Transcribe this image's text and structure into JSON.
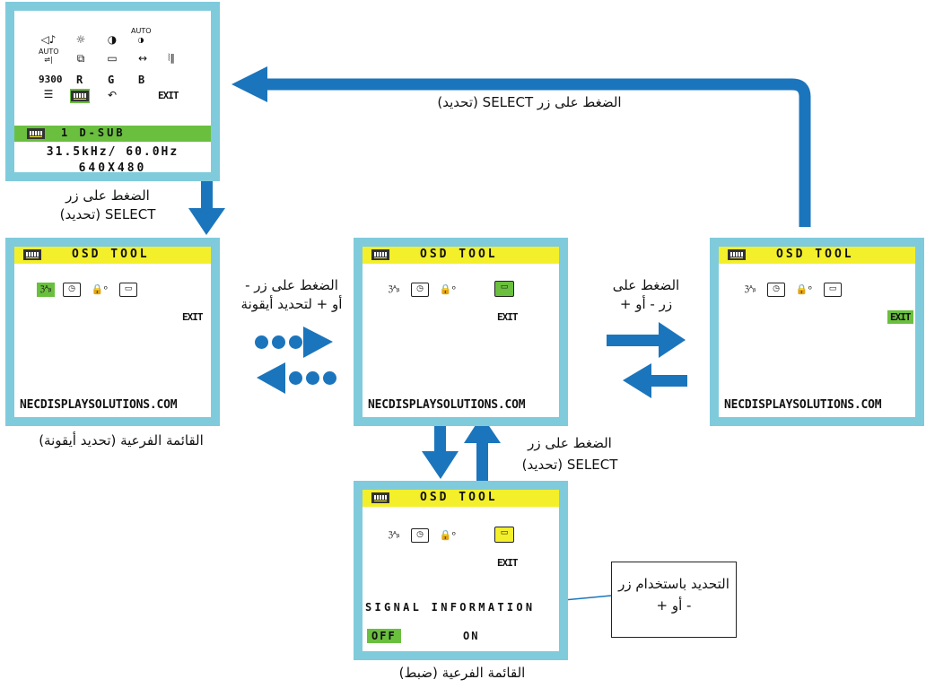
{
  "colors": {
    "frame": "#7fcbdc",
    "header_yellow": "#f3ef2b",
    "select_green": "#6abf3f",
    "arrow_blue": "#1b75bc"
  },
  "main_menu": {
    "icons": [
      "volume-icon",
      "brightness-icon",
      "contrast-icon",
      "auto-contrast-icon",
      "auto-adjust-icon",
      "left-right-icon",
      "down-up-icon",
      "h-size-icon",
      "fine-icon",
      "color-control-icon",
      "osd-tool-icon",
      "factory-preset-icon",
      "exit-icon"
    ],
    "color_labels": [
      "9300",
      "R",
      "G",
      "B"
    ],
    "auto_label": "AUTO",
    "exit_label": "EXIT",
    "input": "1 D-SUB",
    "freq": "31.5kHz/ 60.0Hz",
    "resolution": "640X480"
  },
  "osd": {
    "title": "OSD TOOL",
    "exit": "EXIT",
    "site": "NECDISPLAYSOLUTIONS.COM",
    "icons": [
      "language-icon",
      "osd-turn-off-icon",
      "osd-lock-out-icon",
      "signal-information-icon"
    ]
  },
  "signal": {
    "label": "SIGNAL INFORMATION",
    "off": "OFF",
    "on": "ON"
  },
  "labels": {
    "select_top": "الضغط على زر SELECT (تحديد)",
    "select_left_line1": "الضغط على زر",
    "select_left_line2": "SELECT (تحديد)",
    "minus_plus_icon_line1": "الضغط على زر -",
    "minus_plus_icon_line2": "أو + لتحديد أيقونة",
    "minus_plus_line1": "الضغط على",
    "minus_plus_line2": "زر - أو +",
    "select_bottom_line1": "الضغط على زر",
    "select_bottom_line2": "SELECT (تحديد)",
    "submenu_icon": "القائمة الفرعية (تحديد أيقونة)",
    "submenu_adjust": "القائمة الفرعية (ضبط)",
    "callout_line1": "التحديد باستخدام زر",
    "callout_line2": "- أو +"
  }
}
